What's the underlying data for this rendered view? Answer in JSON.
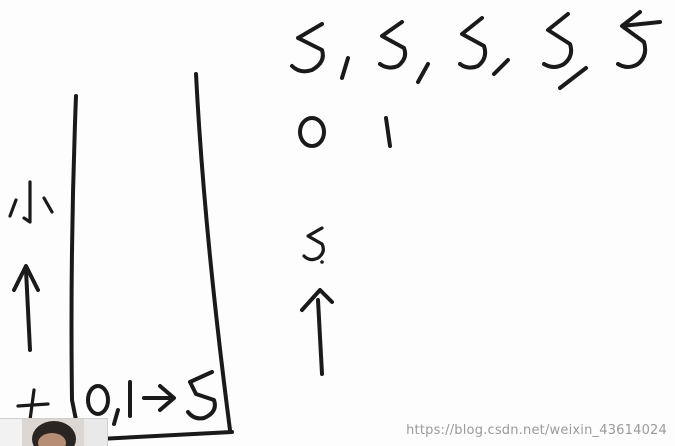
{
  "sequence": {
    "top_row": "5, 5, 5, 5, 5",
    "index_row": [
      "0",
      "1"
    ],
    "single_value": "5",
    "arrow_symbol": "↑"
  },
  "stack": {
    "left_label_top": "小",
    "left_label_arrow": "↑",
    "left_label_bottom": "大",
    "bottom_content": "0,1→5"
  },
  "watermark": {
    "text": "https://blog.csdn.net/weixin_43614024"
  },
  "colors": {
    "ink": "#1a1a1a",
    "background": "#fdfdfd",
    "watermark": "#9a9a9a"
  },
  "icons": {
    "webcam": "person-video-thumbnail"
  }
}
